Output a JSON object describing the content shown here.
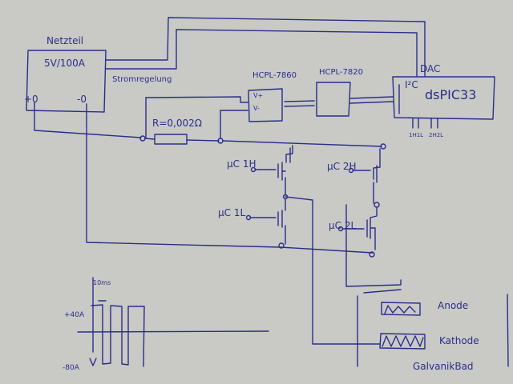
{
  "labels": {
    "power_supply": "Netzteil",
    "supply_rating": "5V/100A",
    "plus_terminal": "+0",
    "minus_terminal": "-0",
    "current_control": "Stromregelung",
    "opto1": "HCPL-7860",
    "opto1_vplus": "V+",
    "opto1_vminus": "V-",
    "opto2": "HCPL-7820",
    "dac": "DAC",
    "i2c": "I²C",
    "dspic": "dsPIC33",
    "pin_1h1l": "1H1L",
    "pin_2h2l": "2H2L",
    "shunt": "R=0,002Ω",
    "gate_1h": "μC 1H",
    "gate_1l": "μC 1L",
    "gate_2h": "μC 2H",
    "gate_2l": "μC 2L",
    "anode": "Anode",
    "cathode": "Kathode",
    "bath": "GalvanikBad",
    "pulse_top": "10ms",
    "pulse_plus": "+40A",
    "pulse_minus": "-80A"
  },
  "colors": {
    "paper": "#c9c9c6",
    "ink": "#2b2f8a"
  }
}
